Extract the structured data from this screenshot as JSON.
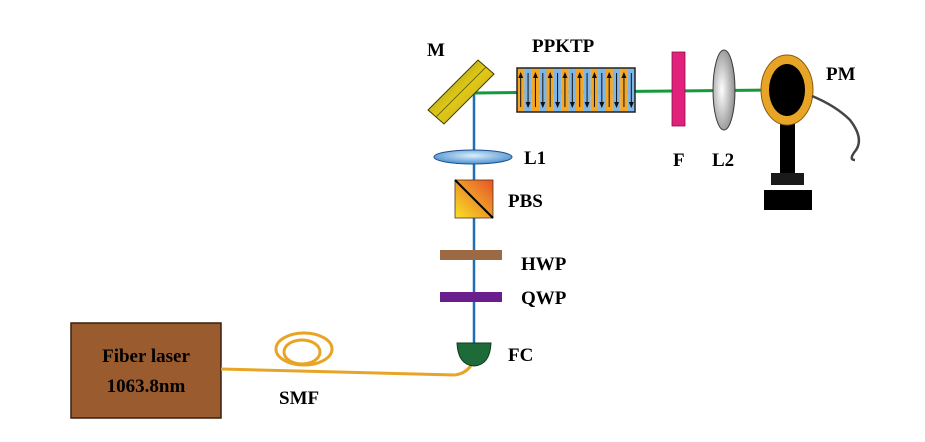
{
  "colors": {
    "fiber": "#E8A424",
    "beam_ir": "#1E6FB8",
    "beam_green": "#149A3C",
    "laser_box": "#9A5B2E",
    "hwp": "#9B6A45",
    "qwp": "#6A1E8E",
    "fc": "#1E6B3A",
    "filter": "#E0207A",
    "pm_ring": "#E8A424"
  },
  "components": {
    "laser": {
      "line1": "Fiber laser",
      "line2": "1063.8nm"
    },
    "smf": "SMF",
    "fc": "FC",
    "qwp": "QWP",
    "hwp": "HWP",
    "pbs": "PBS",
    "l1": "L1",
    "m": "M",
    "ppktp": "PPKTP",
    "f": "F",
    "l2": "L2",
    "pm": "PM"
  },
  "icons": {
    "mirror": "mirror-icon",
    "lens": "lens-icon",
    "beam_splitter": "beam-splitter-cube-icon",
    "waveplate": "waveplate-icon",
    "coupler": "fiber-coupler-icon",
    "crystal": "crystal-icon",
    "power_meter": "power-meter-icon"
  }
}
